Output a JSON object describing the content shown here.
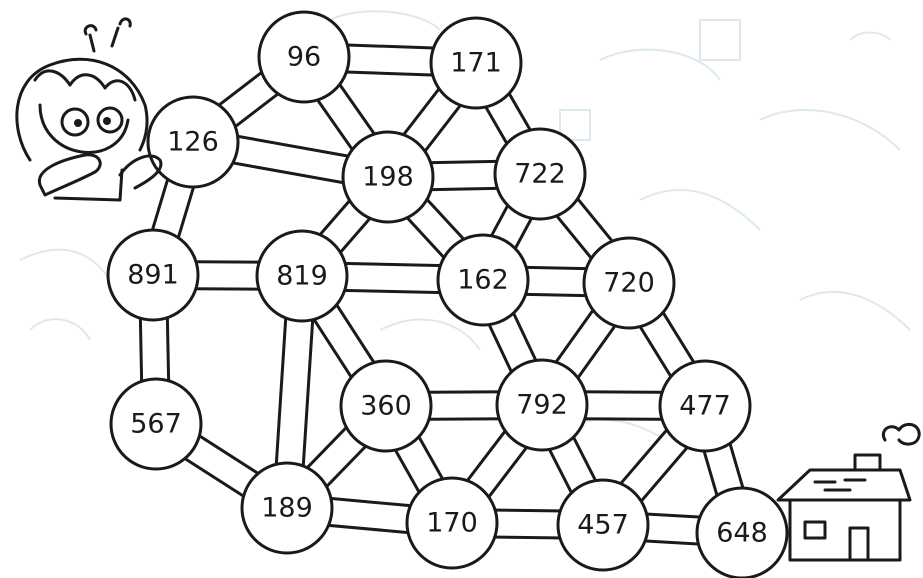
{
  "puzzle": {
    "nodes": [
      {
        "id": "n96",
        "label": "96"
      },
      {
        "id": "n171",
        "label": "171"
      },
      {
        "id": "n126",
        "label": "126"
      },
      {
        "id": "n198",
        "label": "198"
      },
      {
        "id": "n722",
        "label": "722"
      },
      {
        "id": "n891",
        "label": "891"
      },
      {
        "id": "n819",
        "label": "819"
      },
      {
        "id": "n162",
        "label": "162"
      },
      {
        "id": "n720",
        "label": "720"
      },
      {
        "id": "n567",
        "label": "567"
      },
      {
        "id": "n360",
        "label": "360"
      },
      {
        "id": "n792",
        "label": "792"
      },
      {
        "id": "n477",
        "label": "477"
      },
      {
        "id": "n189",
        "label": "189"
      },
      {
        "id": "n170",
        "label": "170"
      },
      {
        "id": "n457",
        "label": "457"
      },
      {
        "id": "n648",
        "label": "648"
      }
    ],
    "edges": [
      [
        "n96",
        "n171"
      ],
      [
        "n96",
        "n126"
      ],
      [
        "n96",
        "n198"
      ],
      [
        "n171",
        "n198"
      ],
      [
        "n171",
        "n722"
      ],
      [
        "n126",
        "n198"
      ],
      [
        "n126",
        "n891"
      ],
      [
        "n198",
        "n722"
      ],
      [
        "n198",
        "n819"
      ],
      [
        "n198",
        "n162"
      ],
      [
        "n722",
        "n162"
      ],
      [
        "n722",
        "n720"
      ],
      [
        "n891",
        "n819"
      ],
      [
        "n891",
        "n567"
      ],
      [
        "n819",
        "n162"
      ],
      [
        "n819",
        "n360"
      ],
      [
        "n819",
        "n189"
      ],
      [
        "n162",
        "n720"
      ],
      [
        "n162",
        "n792"
      ],
      [
        "n720",
        "n792"
      ],
      [
        "n720",
        "n477"
      ],
      [
        "n567",
        "n189"
      ],
      [
        "n360",
        "n792"
      ],
      [
        "n360",
        "n189"
      ],
      [
        "n360",
        "n170"
      ],
      [
        "n792",
        "n477"
      ],
      [
        "n792",
        "n170"
      ],
      [
        "n792",
        "n457"
      ],
      [
        "n477",
        "n457"
      ],
      [
        "n477",
        "n648"
      ],
      [
        "n189",
        "n170"
      ],
      [
        "n170",
        "n457"
      ],
      [
        "n457",
        "n648"
      ]
    ],
    "start_character": "confused-child",
    "goal": "house"
  }
}
